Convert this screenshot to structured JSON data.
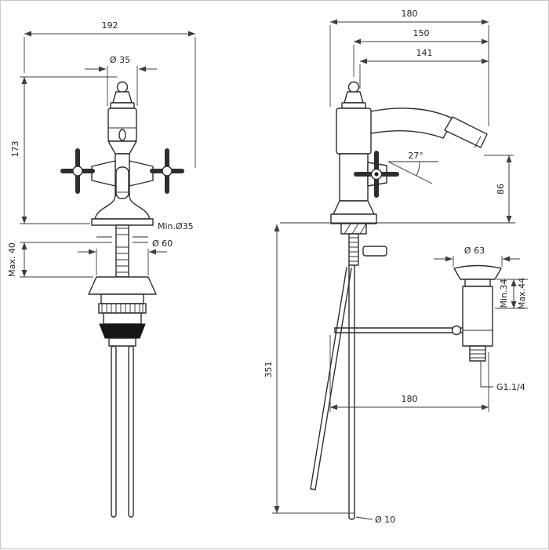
{
  "drawing": {
    "front_view": {
      "width": "192",
      "top_diameter": "Ø 35",
      "height": "173",
      "min_hole": "Min.Ø35",
      "base_diameter": "Ø 60",
      "max_deck": "Max. 40"
    },
    "side_view": {
      "depth_total": "180",
      "depth_mid": "150",
      "spout_reach": "141",
      "spout_angle": "27°",
      "spout_height": "86",
      "waste_diameter": "Ø 63",
      "clamp_min": "Min.34",
      "clamp_max": "Max.44",
      "hose_length": "351",
      "waste_offset": "180",
      "thread": "G1.1/4",
      "hose_diameter": "Ø 10"
    }
  }
}
